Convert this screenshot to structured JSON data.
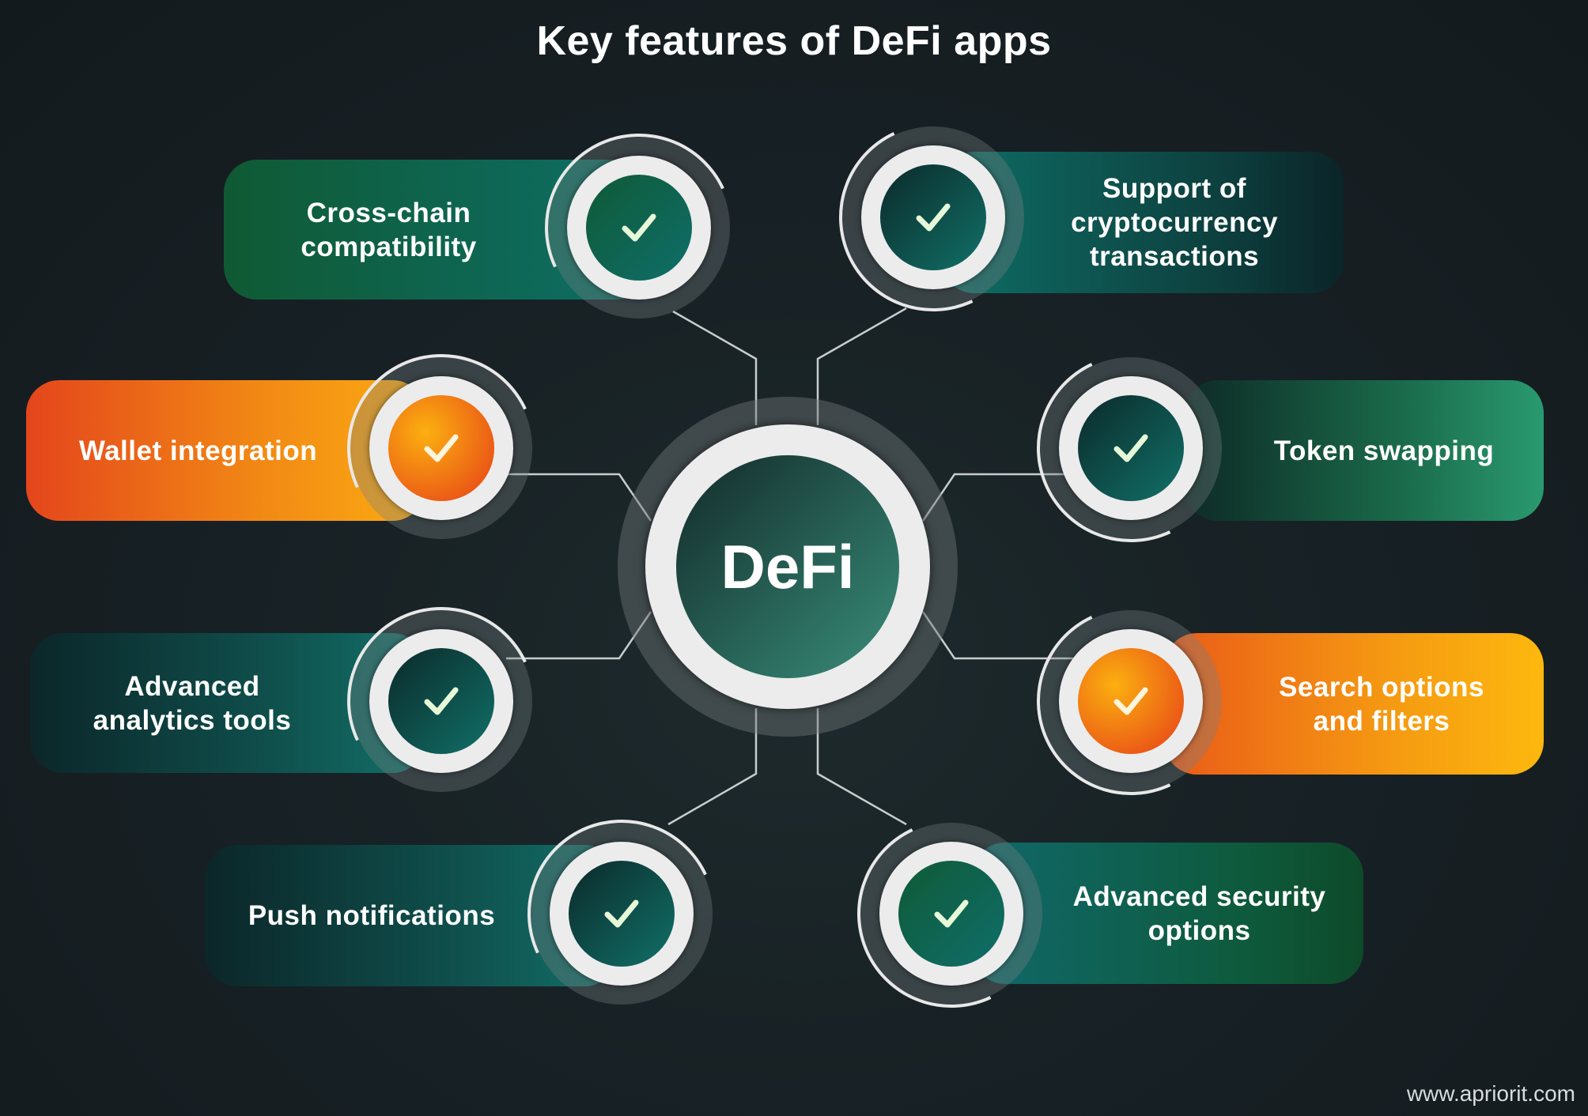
{
  "title": "Key features of DeFi apps",
  "center_label": "DeFi",
  "features": [
    {
      "label": "Cross-chain compatibility",
      "icon": "check-icon"
    },
    {
      "label": "Support of cryptocurrency transactions",
      "icon": "check-icon"
    },
    {
      "label": "Wallet integration",
      "icon": "check-icon"
    },
    {
      "label": "Token swapping",
      "icon": "check-icon"
    },
    {
      "label": "Advanced analytics tools",
      "icon": "check-icon"
    },
    {
      "label": "Search options and filters",
      "icon": "check-icon"
    },
    {
      "label": "Push notifications",
      "icon": "check-icon"
    },
    {
      "label": "Advanced security options",
      "icon": "check-icon"
    }
  ],
  "watermark": "www.apriorit.com",
  "colors": {
    "green": "#0f5a36",
    "teal": "#0f6e6a",
    "orange": "#ea5416",
    "amber": "#fbb010",
    "background": "#161d21"
  }
}
